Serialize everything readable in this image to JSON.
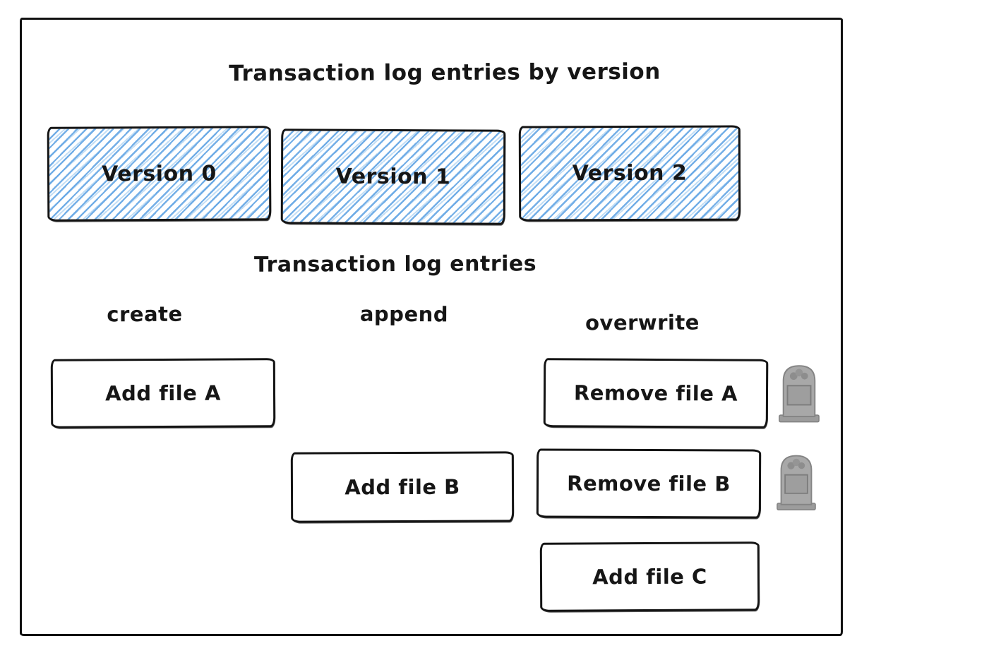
{
  "diagram": {
    "title": "Transaction log entries by version",
    "versions": [
      {
        "label": "Version 0"
      },
      {
        "label": "Version 1"
      },
      {
        "label": "Version 2"
      }
    ],
    "log_section": {
      "title": "Transaction log entries",
      "columns": [
        {
          "label": "create"
        },
        {
          "label": "append"
        },
        {
          "label": "overwrite"
        }
      ],
      "entries": [
        {
          "label": "Add file A",
          "column": "create",
          "row": 1,
          "tombstone": false
        },
        {
          "label": "Remove file A",
          "column": "overwrite",
          "row": 1,
          "tombstone": true
        },
        {
          "label": "Add file B",
          "column": "append",
          "row": 2,
          "tombstone": false
        },
        {
          "label": "Remove file B",
          "column": "overwrite",
          "row": 2,
          "tombstone": true
        },
        {
          "label": "Add file C",
          "column": "overwrite",
          "row": 3,
          "tombstone": false
        }
      ]
    },
    "colors": {
      "hatch_blue": "#77B5E9",
      "stroke": "#141414",
      "background": "#FFFFFF",
      "tombstone_gray": "#A6A6A6"
    },
    "icons": {
      "tombstone": "🪦"
    }
  }
}
